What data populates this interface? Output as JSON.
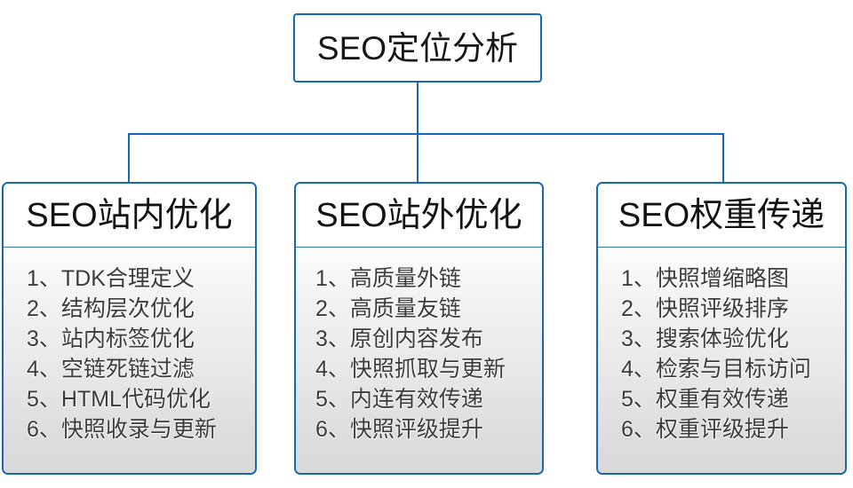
{
  "diagram": {
    "type": "hierarchy-tree",
    "accent_color": "#1568b5",
    "root": {
      "label": "SEO定位分析"
    },
    "columns": [
      {
        "title": "SEO站内优化",
        "items": [
          "1、TDK合理定义",
          "2、结构层次优化",
          "3、站内标签优化",
          "4、空链死链过滤",
          "5、HTML代码优化",
          "6、快照收录与更新"
        ]
      },
      {
        "title": "SEO站外优化",
        "items": [
          "1、高质量外链",
          "2、高质量友链",
          "3、原创内容发布",
          "4、快照抓取与更新",
          "5、内连有效传递",
          "6、快照评级提升"
        ]
      },
      {
        "title": "SEO权重传递",
        "items": [
          "1、快照增缩略图",
          "2、快照评级排序",
          "3、搜索体验优化",
          "4、检索与目标访问",
          "5、权重有效传递",
          "6、权重评级提升"
        ]
      }
    ]
  }
}
